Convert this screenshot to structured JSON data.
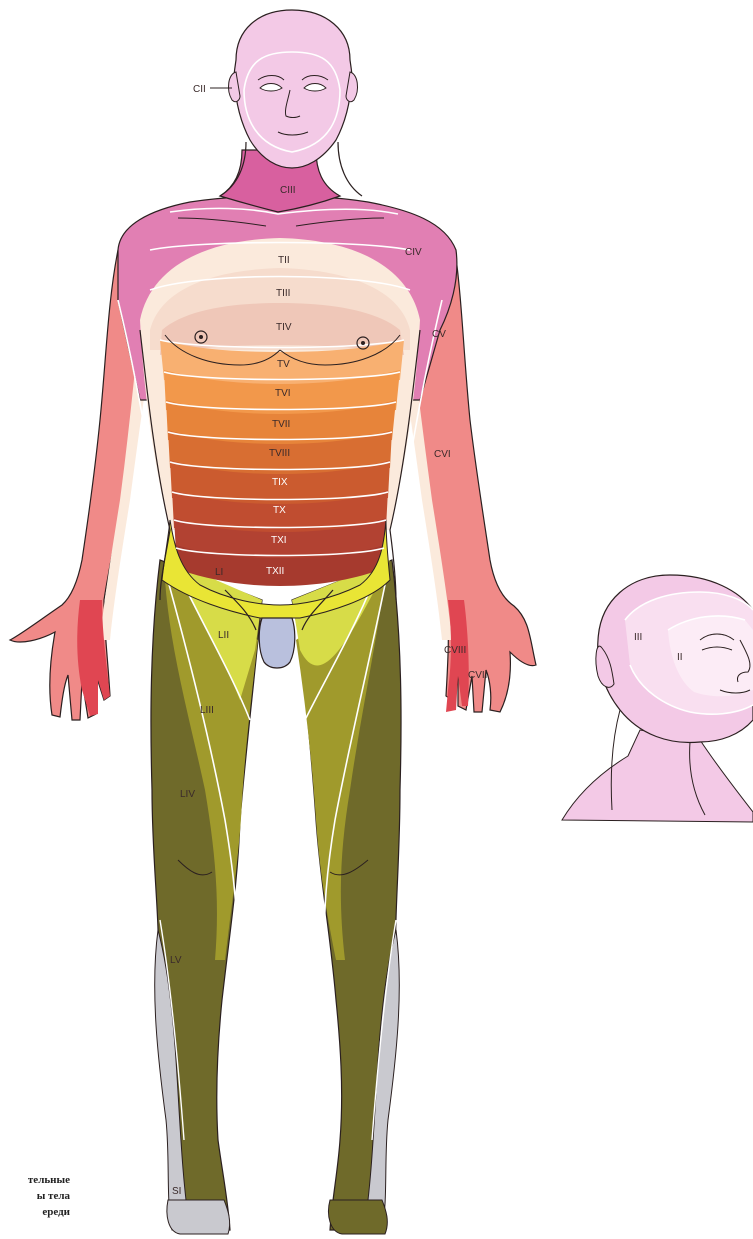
{
  "figure": {
    "caption_lines": [
      "тельные",
      "ы тела",
      "ереди"
    ],
    "labels": {
      "cII": "CII",
      "cIII": "CIII",
      "cIV": "CIV",
      "cV": "CV",
      "cVI": "CVI",
      "cVII": "CVII",
      "cVIII": "CVIII",
      "tII": "TII",
      "tIII": "TIII",
      "tIV": "TIV",
      "tV": "TV",
      "tVI": "TVI",
      "tVII": "TVII",
      "tVIII": "TVIII",
      "tIX": "TIX",
      "tX": "TX",
      "tXI": "TXI",
      "tXII": "TXII",
      "lI": "LI",
      "lII": "LII",
      "lIII": "LIII",
      "lIV": "LIV",
      "lV": "LV",
      "sI": "SI",
      "headIII": "III",
      "headII": "II"
    }
  },
  "colors": {
    "head": "#f3c9e6",
    "c3": "#d8609f",
    "c4": "#e17fb3",
    "c6": "#f08a88",
    "c8": "#e04652",
    "t2": "#fbeadc",
    "t3": "#f6dccd",
    "t4": "#efc7b8",
    "t5": "#f8b071",
    "t6": "#f2984b",
    "t7": "#e7843a",
    "t8": "#d86e32",
    "t9": "#cb5b2f",
    "t10": "#c04d30",
    "t11": "#b24232",
    "t12": "#a63a2e",
    "l1": "#e9e535",
    "l2": "#d7dc48",
    "l3": "#a09a2c",
    "l4": "#8f8a2c",
    "l5": "#6f6a2a",
    "s1": "#c9c9cf",
    "genital": "#b9c0dd",
    "outline": "#2b2020"
  }
}
